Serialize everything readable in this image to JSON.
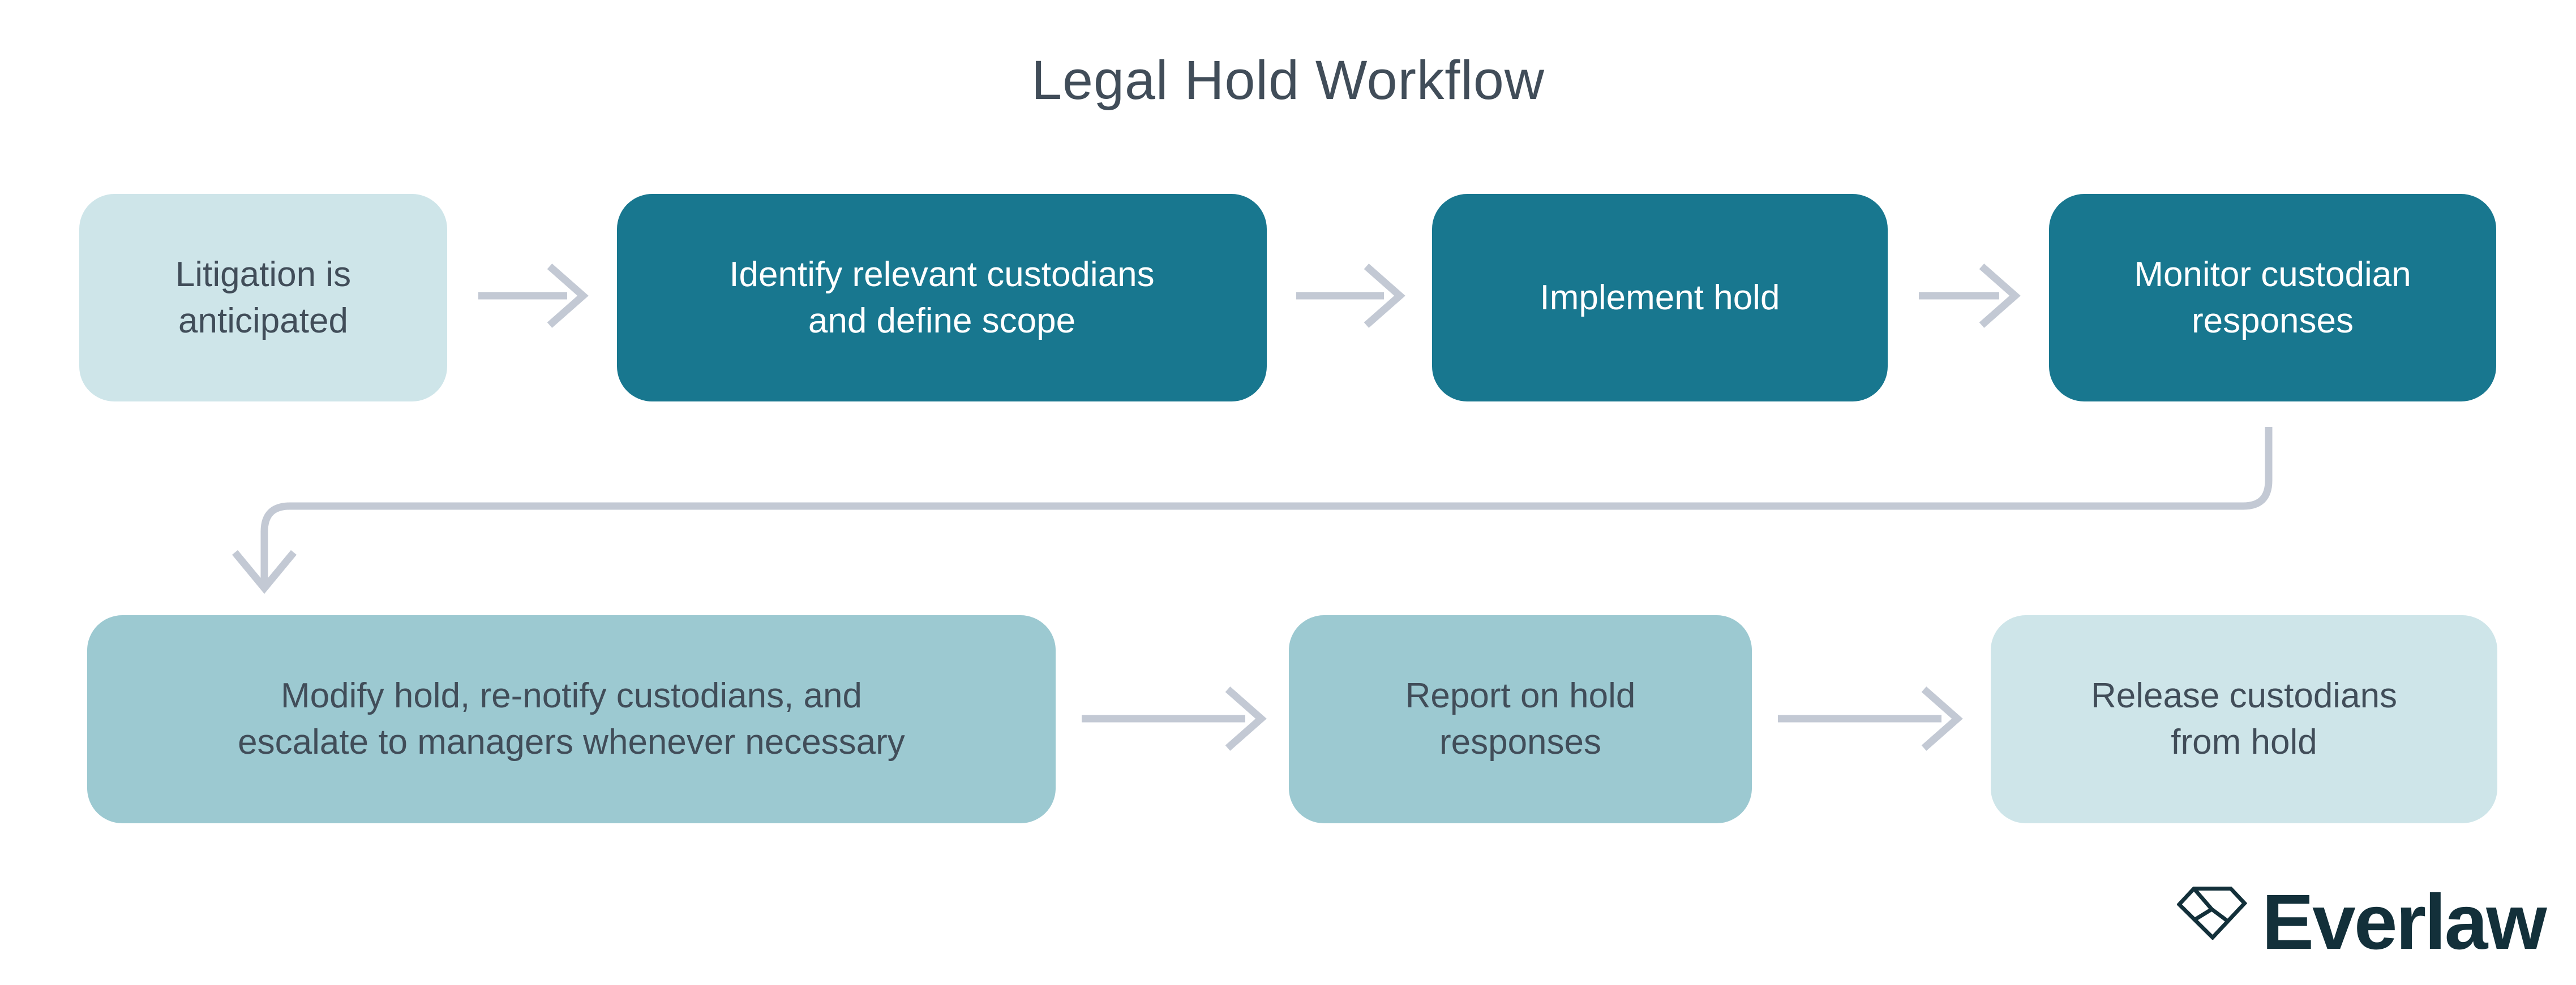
{
  "title": "Legal Hold Workflow",
  "colors": {
    "node_dark_teal": "#18778f",
    "node_medium_teal": "#9cc9d1",
    "node_light_teal": "#cee5e9",
    "arrow_gray": "#c3c9d4",
    "text_dark_slate": "#414d59",
    "text_on_dark": "#ffffff",
    "logo_dark": "#13303a",
    "background": "#ffffff"
  },
  "flow": {
    "row1": [
      {
        "id": "litigation-anticipated",
        "variant": "light",
        "label": "Litigation is anticipated",
        "lines": [
          "Litigation is",
          "anticipated"
        ]
      },
      {
        "id": "identify-custodians",
        "variant": "dark",
        "label": "Identify relevant custodians and define scope",
        "lines": [
          "Identify relevant custodians",
          "and define scope"
        ]
      },
      {
        "id": "implement-hold",
        "variant": "dark",
        "label": "Implement hold",
        "lines": [
          "Implement hold"
        ]
      },
      {
        "id": "monitor-responses",
        "variant": "dark",
        "label": "Monitor custodian responses",
        "lines": [
          "Monitor custodian",
          "responses"
        ]
      }
    ],
    "row2": [
      {
        "id": "modify-hold",
        "variant": "medium",
        "label": "Modify hold, re-notify custodians, and escalate to managers whenever necessary",
        "lines": [
          "Modify hold, re-notify custodians, and",
          "escalate to managers whenever necessary"
        ]
      },
      {
        "id": "report-responses",
        "variant": "medium",
        "label": "Report on hold responses",
        "lines": [
          "Report on hold",
          "responses"
        ]
      },
      {
        "id": "release-custodians",
        "variant": "light",
        "label": "Release custodians from hold",
        "lines": [
          "Release custodians",
          "from hold"
        ]
      }
    ]
  },
  "logo": {
    "icon": "everlaw-gem-icon",
    "text": "Everlaw"
  }
}
